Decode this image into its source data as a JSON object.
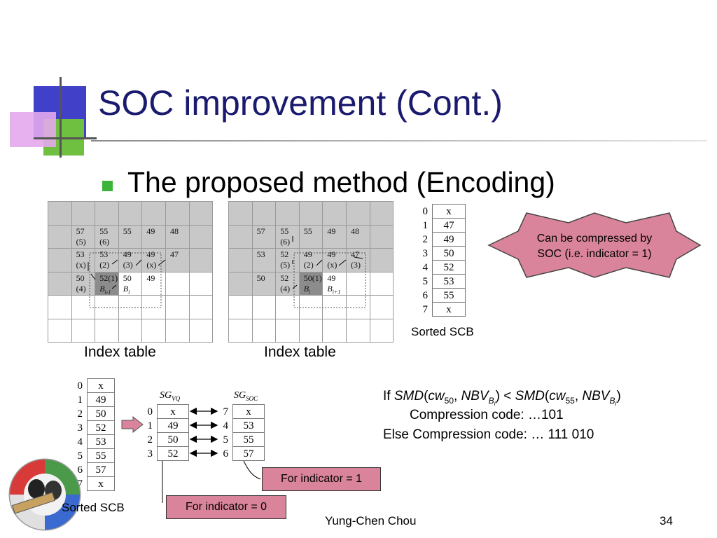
{
  "slide": {
    "title": "SOC improvement (Cont.)",
    "bullet": "The proposed method (Encoding)",
    "footer_author": "Yung-Chen Chou",
    "page_number": "34"
  },
  "index_tables": [
    {
      "caption": "Index table",
      "cells": [
        {
          "text": "57",
          "col": 1,
          "row": 1,
          "line": 0
        },
        {
          "text": "(5)",
          "col": 1,
          "row": 1,
          "line": 1
        },
        {
          "text": "55",
          "col": 2,
          "row": 1,
          "line": 0
        },
        {
          "text": "(6)",
          "col": 2,
          "row": 1,
          "line": 1
        },
        {
          "text": "55",
          "col": 3,
          "row": 1,
          "line": 0
        },
        {
          "text": "49",
          "col": 4,
          "row": 1,
          "line": 0
        },
        {
          "text": "48",
          "col": 5,
          "row": 1,
          "line": 0
        },
        {
          "text": "53",
          "col": 1,
          "row": 2,
          "line": 0
        },
        {
          "text": "(x)",
          "col": 1,
          "row": 2,
          "line": 1
        },
        {
          "text": "53",
          "col": 2,
          "row": 2,
          "line": 0
        },
        {
          "text": "(2)",
          "col": 2,
          "row": 2,
          "line": 1
        },
        {
          "text": "49",
          "col": 3,
          "row": 2,
          "line": 0
        },
        {
          "text": "(3)",
          "col": 3,
          "row": 2,
          "line": 1
        },
        {
          "text": "49",
          "col": 4,
          "row": 2,
          "line": 0
        },
        {
          "text": "(x)",
          "col": 4,
          "row": 2,
          "line": 1
        },
        {
          "text": "47",
          "col": 5,
          "row": 2,
          "line": 0
        },
        {
          "text": "50",
          "col": 1,
          "row": 3,
          "line": 0
        },
        {
          "text": "(4)",
          "col": 1,
          "row": 3,
          "line": 1
        },
        {
          "text": "52(1)",
          "col": 2,
          "row": 3,
          "line": 0
        },
        {
          "text": "Bi-1",
          "col": 2,
          "row": 3,
          "line": 1
        },
        {
          "text": "50",
          "col": 3,
          "row": 3,
          "line": 0
        },
        {
          "text": "Bi",
          "col": 3,
          "row": 3,
          "line": 1
        },
        {
          "text": "49",
          "col": 4,
          "row": 3,
          "line": 0
        }
      ]
    },
    {
      "caption": "Index table",
      "cells": [
        {
          "text": "57",
          "col": 1,
          "row": 1,
          "line": 0
        },
        {
          "text": "55",
          "col": 2,
          "row": 1,
          "line": 0
        },
        {
          "text": "(6)",
          "col": 2,
          "row": 1,
          "line": 1
        },
        {
          "text": "55",
          "col": 3,
          "row": 1,
          "line": 0
        },
        {
          "text": "49",
          "col": 4,
          "row": 1,
          "line": 0
        },
        {
          "text": "48",
          "col": 5,
          "row": 1,
          "line": 0
        },
        {
          "text": "53",
          "col": 1,
          "row": 2,
          "line": 0
        },
        {
          "text": "52",
          "col": 2,
          "row": 2,
          "line": 0
        },
        {
          "text": "(5)",
          "col": 2,
          "row": 2,
          "line": 1
        },
        {
          "text": "49",
          "col": 3,
          "row": 2,
          "line": 0
        },
        {
          "text": "(2)",
          "col": 3,
          "row": 2,
          "line": 1
        },
        {
          "text": "49",
          "col": 4,
          "row": 2,
          "line": 0
        },
        {
          "text": "(x)",
          "col": 4,
          "row": 2,
          "line": 1
        },
        {
          "text": "47",
          "col": 5,
          "row": 2,
          "line": 0
        },
        {
          "text": "(3)",
          "col": 5,
          "row": 2,
          "line": 1
        },
        {
          "text": "50",
          "col": 1,
          "row": 3,
          "line": 0
        },
        {
          "text": "52",
          "col": 2,
          "row": 3,
          "line": 0
        },
        {
          "text": "(4)",
          "col": 2,
          "row": 3,
          "line": 1
        },
        {
          "text": "50(1)",
          "col": 3,
          "row": 3,
          "line": 0
        },
        {
          "text": "Bi",
          "col": 3,
          "row": 3,
          "line": 1
        },
        {
          "text": "49",
          "col": 4,
          "row": 3,
          "line": 0
        },
        {
          "text": "Bi+1",
          "col": 4,
          "row": 3,
          "line": 1
        }
      ]
    }
  ],
  "sorted_scb_top": {
    "caption": "Sorted SCB",
    "indices": [
      "0",
      "1",
      "2",
      "3",
      "4",
      "5",
      "6",
      "7"
    ],
    "values": [
      "x",
      "47",
      "49",
      "50",
      "52",
      "53",
      "55",
      "x"
    ]
  },
  "callout": {
    "line1": "Can be compressed by",
    "line2": "SOC (i.e. indicator = 1)"
  },
  "sorted_scb_bottom": {
    "caption": "Sorted SCB",
    "indices": [
      "0",
      "1",
      "2",
      "3",
      "4",
      "5",
      "6",
      "7"
    ],
    "values": [
      "x",
      "49",
      "50",
      "52",
      "53",
      "55",
      "57",
      "x"
    ]
  },
  "sg_vq": {
    "label": "SG",
    "sub": "VQ",
    "indices": [
      "0",
      "1",
      "2",
      "3"
    ],
    "values": [
      "x",
      "49",
      "50",
      "52"
    ]
  },
  "sg_soc": {
    "label": "SG",
    "sub": "SOC",
    "indices": [
      "7",
      "4",
      "5",
      "6"
    ],
    "values": [
      "x",
      "53",
      "55",
      "57"
    ]
  },
  "indicator_boxes": {
    "one": "For indicator = 1",
    "zero": "For indicator = 0"
  },
  "condition": {
    "if_word": "If",
    "smd": "SMD",
    "cw": "cw",
    "sub50": "50",
    "sub55": "55",
    "nbv": "NBV",
    "sub_b": "B",
    "sub_i": "i",
    "lt": "<",
    "line2": "Compression code: …101",
    "line3": "Else Compression code: … 111 010"
  },
  "colors": {
    "title": "#1a1a6e",
    "bullet": "#3cb43c",
    "callout_fill": "#d9849a",
    "shaded_cell": "#c8c8c8",
    "dark_cell": "#8c8c8c"
  }
}
